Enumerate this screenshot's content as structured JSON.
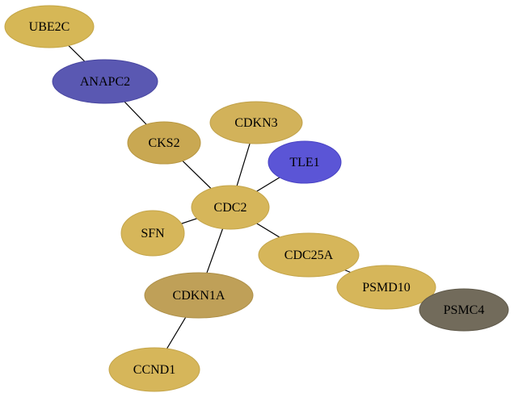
{
  "nodes": [
    {
      "id": "UBE2C",
      "label": "UBE2C",
      "fill": "#d6b756",
      "stroke": "#c4a646"
    },
    {
      "id": "ANAPC2",
      "label": "ANAPC2",
      "fill": "#5a58b2",
      "stroke": "#4846a0"
    },
    {
      "id": "CKS2",
      "label": "CKS2",
      "fill": "#c9a852",
      "stroke": "#b89742"
    },
    {
      "id": "CDKN3",
      "label": "CDKN3",
      "fill": "#d2b25a",
      "stroke": "#c0a14a"
    },
    {
      "id": "TLE1",
      "label": "TLE1",
      "fill": "#5b55d6",
      "stroke": "#4a44c4"
    },
    {
      "id": "CDC2",
      "label": "CDC2",
      "fill": "#d6b65a",
      "stroke": "#c4a54a"
    },
    {
      "id": "SFN",
      "label": "SFN",
      "fill": "#d6b65a",
      "stroke": "#c4a54a"
    },
    {
      "id": "CDC25A",
      "label": "CDC25A",
      "fill": "#d6b65a",
      "stroke": "#c4a54a"
    },
    {
      "id": "CDKN1A",
      "label": "CDKN1A",
      "fill": "#bfa058",
      "stroke": "#ad8f48"
    },
    {
      "id": "PSMD10",
      "label": "PSMD10",
      "fill": "#d6b65a",
      "stroke": "#c4a54a"
    },
    {
      "id": "PSMC4",
      "label": "PSMC4",
      "fill": "#726b5b",
      "stroke": "#605a4b"
    },
    {
      "id": "CCND1",
      "label": "CCND1",
      "fill": "#d6b65a",
      "stroke": "#c4a54a"
    }
  ],
  "edges": [
    [
      "UBE2C",
      "ANAPC2"
    ],
    [
      "ANAPC2",
      "CKS2"
    ],
    [
      "CKS2",
      "CDC2"
    ],
    [
      "CDKN3",
      "CDC2"
    ],
    [
      "TLE1",
      "CDC2"
    ],
    [
      "SFN",
      "CDC2"
    ],
    [
      "CDC2",
      "CDC25A"
    ],
    [
      "CDC2",
      "CDKN1A"
    ],
    [
      "CDC25A",
      "PSMD10"
    ],
    [
      "PSMD10",
      "PSMC4"
    ],
    [
      "CDKN1A",
      "CCND1"
    ]
  ]
}
